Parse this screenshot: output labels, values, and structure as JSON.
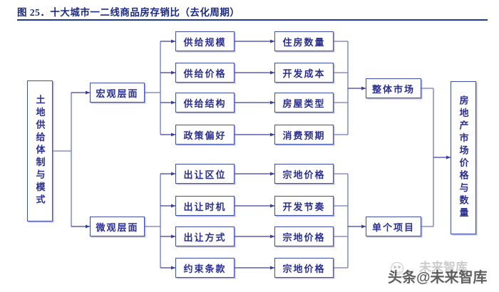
{
  "figure": {
    "title": "图 25．十大城市一二线商品房存销比（去化周期）",
    "accent_color": "#1f3a93",
    "box_border_color": "#3f4fa8",
    "box_text_color": "#2a2f8f"
  },
  "diagram": {
    "type": "flow-tree",
    "root": {
      "label": "土地供给体制与模式",
      "orientation": "vertical"
    },
    "branches": [
      {
        "level_label": "宏观层面",
        "factors": [
          "供给规模",
          "供给价格",
          "供给结构",
          "政策偏好"
        ],
        "outcomes": [
          "住房数量",
          "开发成本",
          "房屋类型",
          "消费预期"
        ],
        "aggregate": "整体市场"
      },
      {
        "level_label": "微观层面",
        "factors": [
          "出让区位",
          "出让时机",
          "出让方式",
          "约束条款"
        ],
        "outcomes": [
          "宗地价格",
          "开发节奏",
          "宗地价格",
          "宗地价格"
        ],
        "aggregate": "单个项目"
      }
    ],
    "result": {
      "label": "房地产市场价格与数量",
      "orientation": "vertical"
    }
  },
  "watermark": {
    "primary": "头条",
    "handle": "@未来智库",
    "ghost": "未来智库"
  }
}
